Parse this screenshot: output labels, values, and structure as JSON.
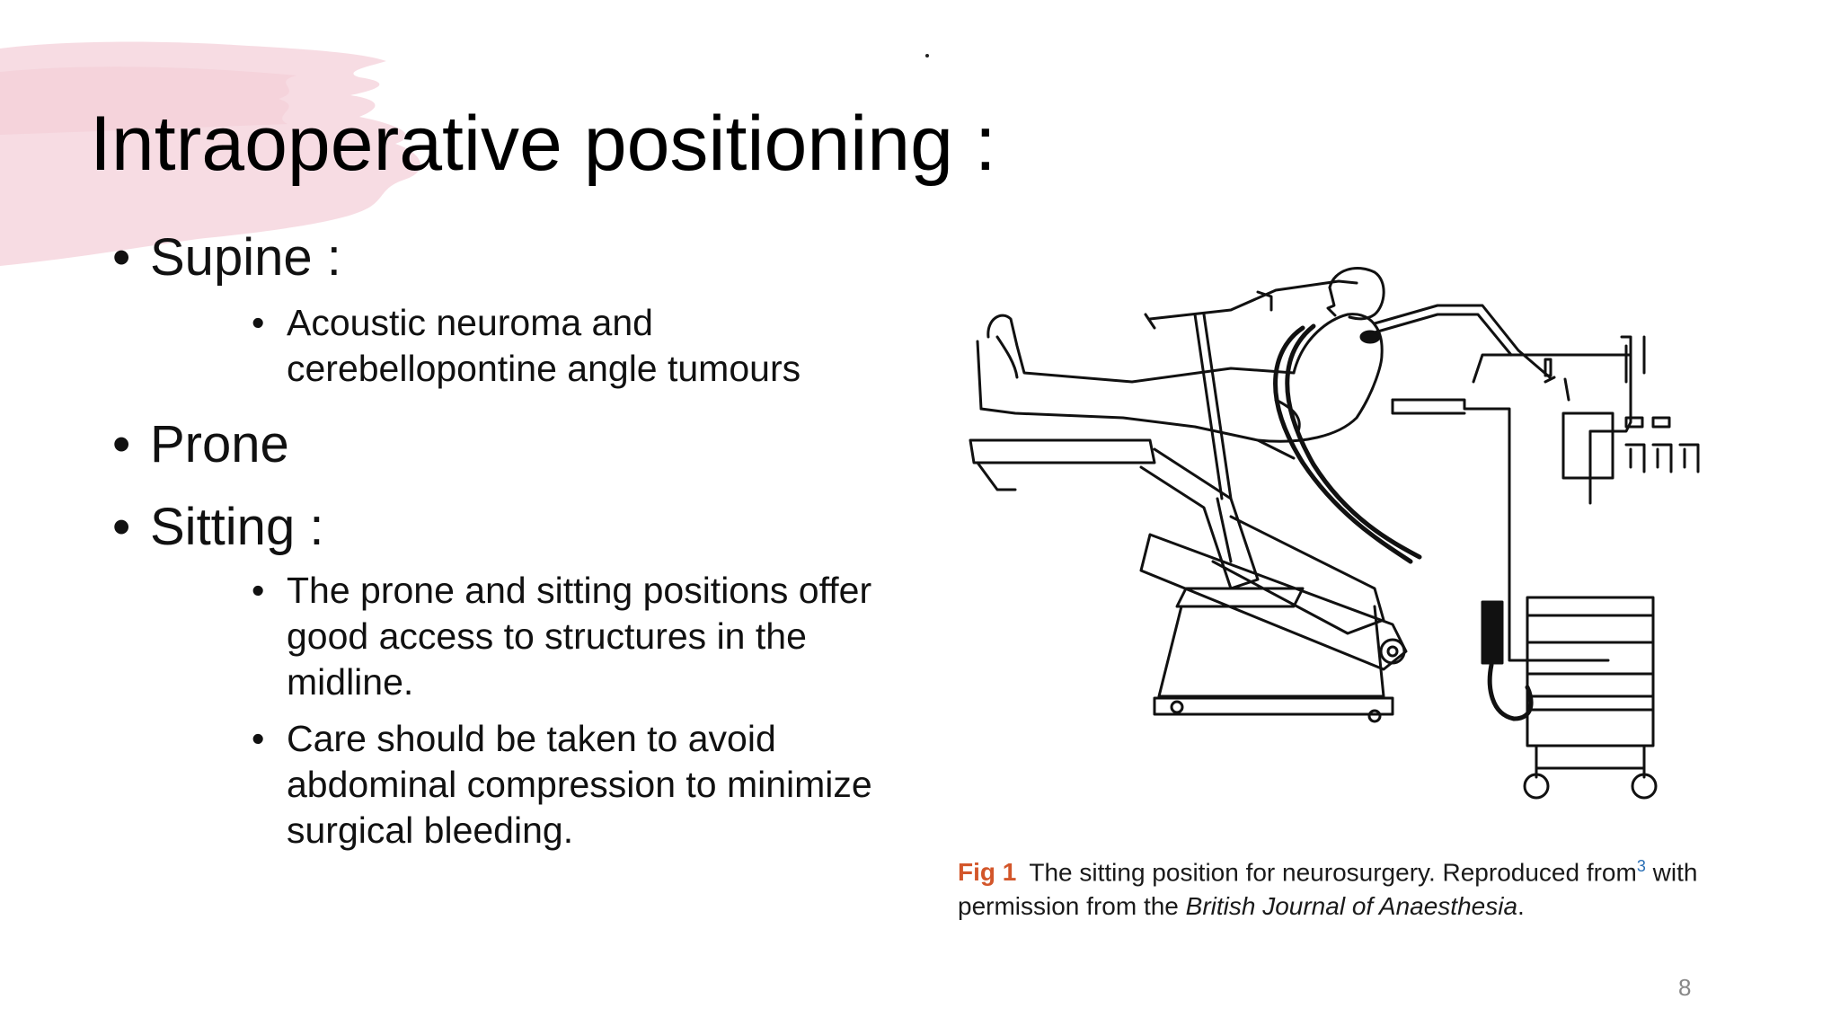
{
  "slide": {
    "title": "Intraoperative positioning :",
    "page_number": "8",
    "accent_brush_color": "#f6d6de"
  },
  "bullets": {
    "supine": {
      "label": "Supine :",
      "sub": [
        "Acoustic neuroma and cerebellopontine angle tumours"
      ]
    },
    "prone": {
      "label": "Prone"
    },
    "sitting": {
      "label": "Sitting :",
      "sub": [
        "The prone and sitting positions offer good access to structures in the midline.",
        "Care should be taken to avoid abdominal compression to minimize surgical bleeding."
      ]
    },
    "bullet_glyph": "•"
  },
  "figure": {
    "caption_label": "Fig 1",
    "caption_text_1": "The sitting position for neurosurgery. Reproduced from",
    "caption_ref": "3",
    "caption_text_2": " with permission from the ",
    "caption_journal": "British Journal of Anaesthesia",
    "caption_end": ".",
    "caption_label_color": "#d3562a"
  }
}
